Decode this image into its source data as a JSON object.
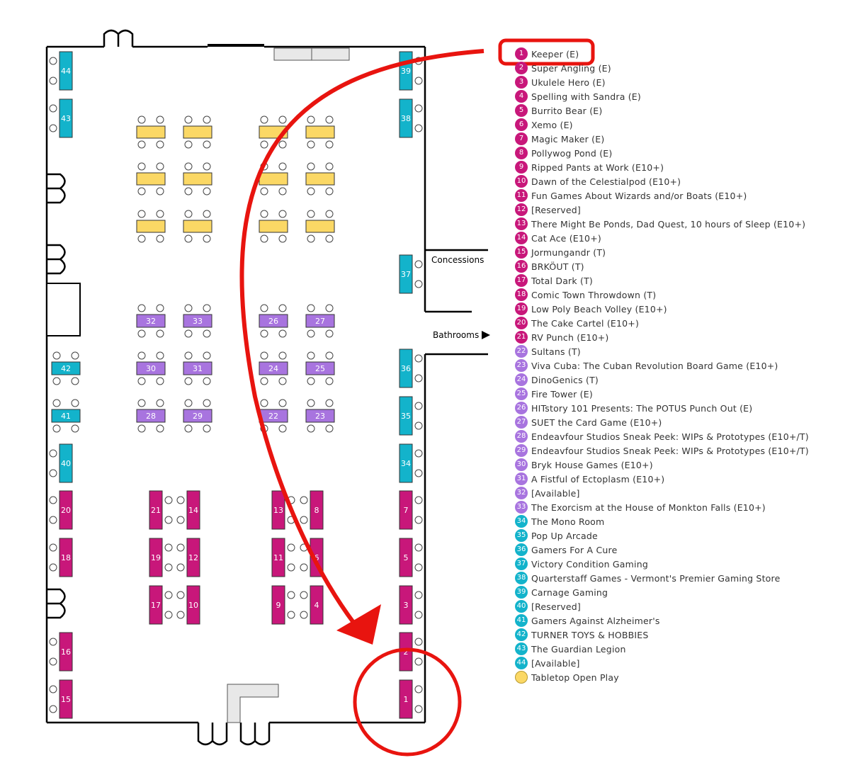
{
  "colors": {
    "magenta": "#c8177a",
    "purple": "#a874df",
    "cyan": "#13b3cb",
    "yellow": "#fbd865",
    "annotation": "#e8140f"
  },
  "room_labels": {
    "concessions": "Concessions",
    "bathrooms": "Bathrooms"
  },
  "legend": [
    {
      "num": "1",
      "text": "Keeper (E)",
      "cat": "magenta"
    },
    {
      "num": "2",
      "text": "Super Angling (E)",
      "cat": "magenta"
    },
    {
      "num": "3",
      "text": "Ukulele Hero (E)",
      "cat": "magenta"
    },
    {
      "num": "4",
      "text": "Spelling with Sandra (E)",
      "cat": "magenta"
    },
    {
      "num": "5",
      "text": "Burrito Bear (E)",
      "cat": "magenta"
    },
    {
      "num": "6",
      "text": "Xemo (E)",
      "cat": "magenta"
    },
    {
      "num": "7",
      "text": "Magic Maker (E)",
      "cat": "magenta"
    },
    {
      "num": "8",
      "text": "Pollywog Pond (E)",
      "cat": "magenta"
    },
    {
      "num": "9",
      "text": "Ripped Pants at Work (E10+)",
      "cat": "magenta"
    },
    {
      "num": "10",
      "text": "Dawn of the Celestialpod (E10+)",
      "cat": "magenta"
    },
    {
      "num": "11",
      "text": "Fun Games About Wizards and/or Boats (E10+)",
      "cat": "magenta"
    },
    {
      "num": "12",
      "text": "[Reserved]",
      "cat": "magenta"
    },
    {
      "num": "13",
      "text": "There Might Be Ponds, Dad Quest, 10 hours of Sleep (E10+)",
      "cat": "magenta"
    },
    {
      "num": "14",
      "text": "Cat Ace (E10+)",
      "cat": "magenta"
    },
    {
      "num": "15",
      "text": "Jormungandr (T)",
      "cat": "magenta"
    },
    {
      "num": "16",
      "text": "BRKÖUT (T)",
      "cat": "magenta"
    },
    {
      "num": "17",
      "text": "Total Dark (T)",
      "cat": "magenta"
    },
    {
      "num": "18",
      "text": "Comic Town Throwdown (T)",
      "cat": "magenta"
    },
    {
      "num": "19",
      "text": "Low Poly Beach Volley (E10+)",
      "cat": "magenta"
    },
    {
      "num": "20",
      "text": "The Cake Cartel (E10+)",
      "cat": "magenta"
    },
    {
      "num": "21",
      "text": "RV Punch (E10+)",
      "cat": "magenta"
    },
    {
      "num": "22",
      "text": "Sultans (T)",
      "cat": "purple"
    },
    {
      "num": "23",
      "text": "Viva Cuba: The Cuban Revolution Board Game (E10+)",
      "cat": "purple"
    },
    {
      "num": "24",
      "text": "DinoGenics (T)",
      "cat": "purple"
    },
    {
      "num": "25",
      "text": "Fire Tower (E)",
      "cat": "purple"
    },
    {
      "num": "26",
      "text": "HITstory 101 Presents: The POTUS Punch Out (E)",
      "cat": "purple"
    },
    {
      "num": "27",
      "text": "SUET the Card Game (E10+)",
      "cat": "purple"
    },
    {
      "num": "28",
      "text": "Endeavfour Studios Sneak Peek: WIPs & Prototypes  (E10+/T)",
      "cat": "purple"
    },
    {
      "num": "29",
      "text": "Endeavfour Studios Sneak Peek: WIPs & Prototypes  (E10+/T)",
      "cat": "purple"
    },
    {
      "num": "30",
      "text": "Bryk House Games (E10+)",
      "cat": "purple"
    },
    {
      "num": "31",
      "text": "A Fistful of Ectoplasm (E10+)",
      "cat": "purple"
    },
    {
      "num": "32",
      "text": "[Available]",
      "cat": "purple"
    },
    {
      "num": "33",
      "text": "The Exorcism at the House of Monkton Falls (E10+)",
      "cat": "purple"
    },
    {
      "num": "34",
      "text": "The Mono Room",
      "cat": "cyan"
    },
    {
      "num": "35",
      "text": "Pop Up Arcade",
      "cat": "cyan"
    },
    {
      "num": "36",
      "text": "Gamers For A Cure",
      "cat": "cyan"
    },
    {
      "num": "37",
      "text": "Victory Condition Gaming",
      "cat": "cyan"
    },
    {
      "num": "38",
      "text": "Quarterstaff Games - Vermont's Premier Gaming Store",
      "cat": "cyan"
    },
    {
      "num": "39",
      "text": "Carnage Gaming",
      "cat": "cyan"
    },
    {
      "num": "40",
      "text": "[Reserved]",
      "cat": "cyan"
    },
    {
      "num": "41",
      "text": "Gamers Against Alzheimer's",
      "cat": "cyan"
    },
    {
      "num": "42",
      "text": "TURNER TOYS & HOBBIES",
      "cat": "cyan"
    },
    {
      "num": "43",
      "text": "The Guardian Legion",
      "cat": "cyan"
    },
    {
      "num": "44",
      "text": "[Available]",
      "cat": "cyan"
    },
    {
      "num": "",
      "text": "Tabletop Open Play",
      "cat": "yellow"
    }
  ]
}
